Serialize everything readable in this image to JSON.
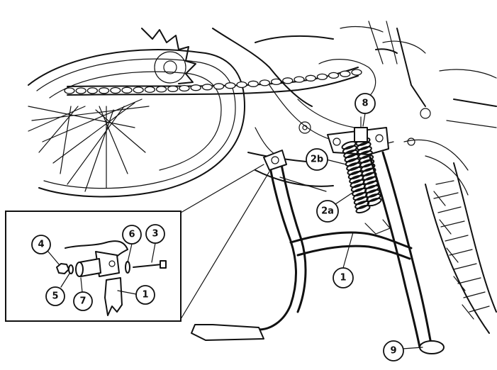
{
  "callouts": {
    "c1_main": "1",
    "c2a": "2a",
    "c2b": "2b",
    "c8": "8",
    "c9": "9",
    "c3": "3",
    "c4": "4",
    "c5": "5",
    "c6": "6",
    "c7": "7",
    "c1_inset": "1"
  }
}
